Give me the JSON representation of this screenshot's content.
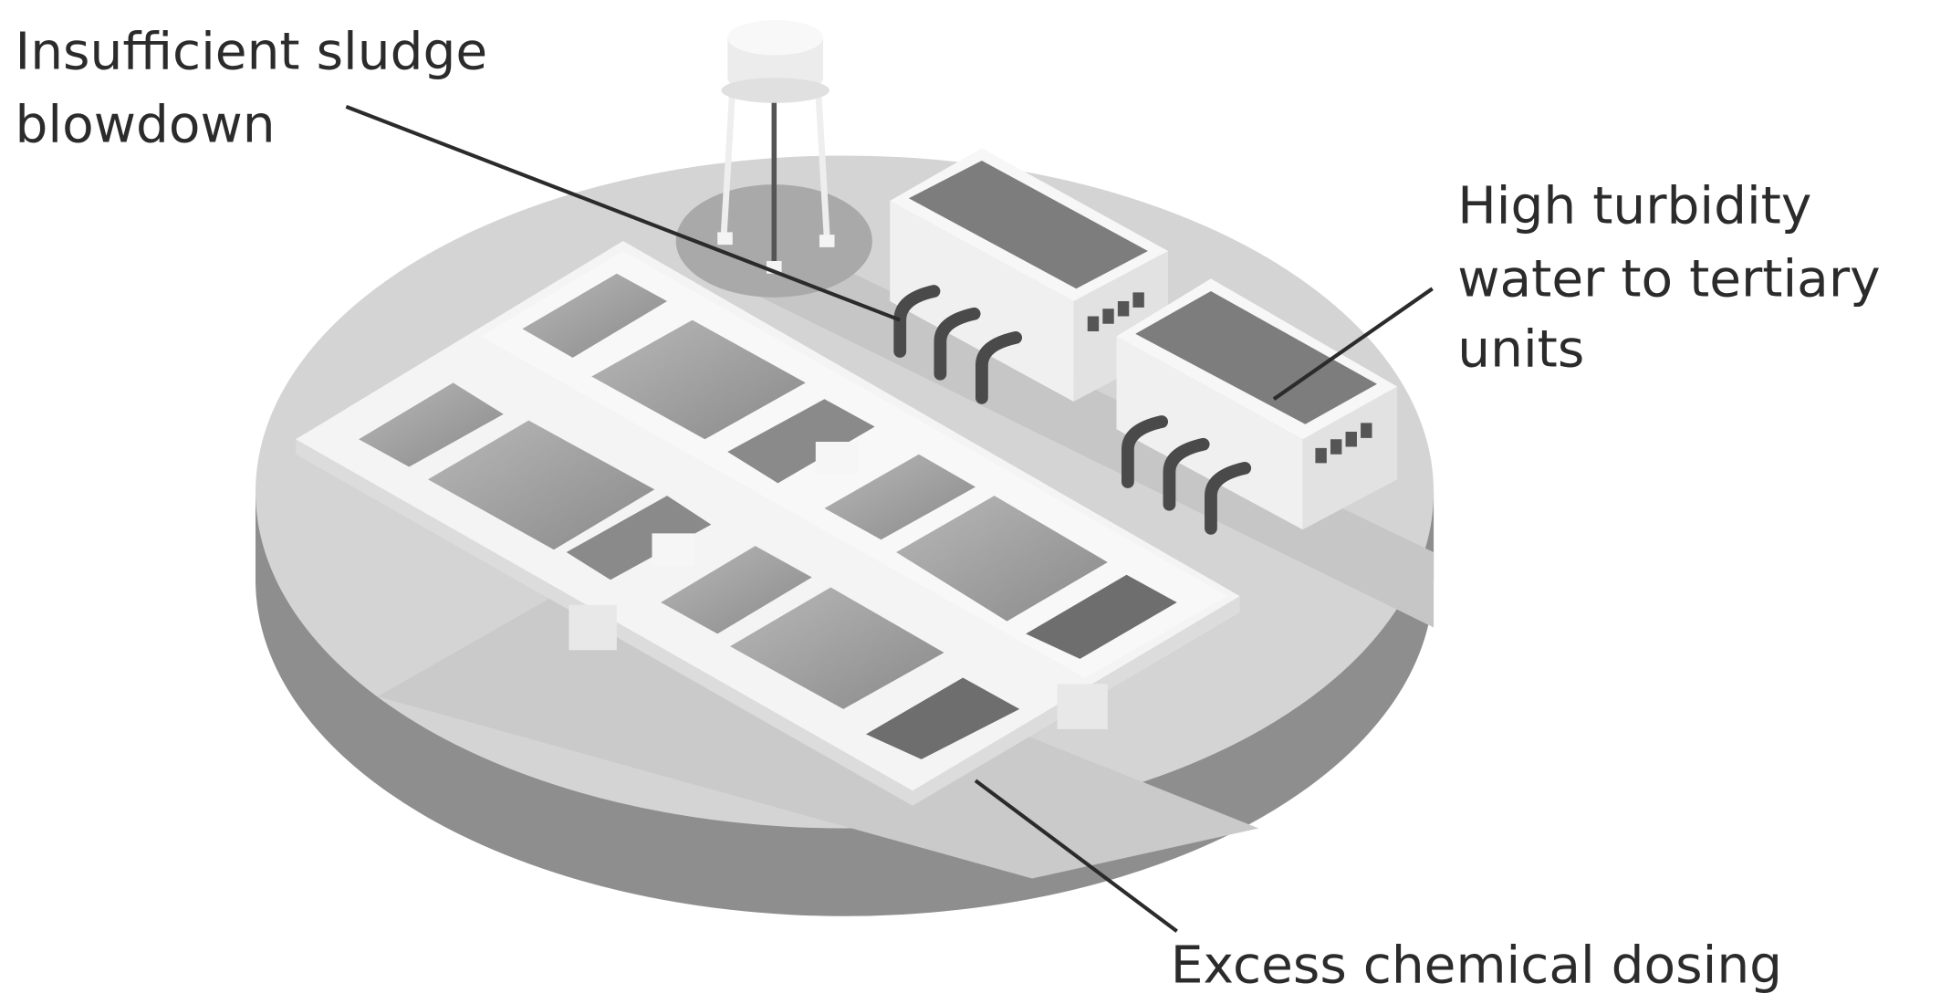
{
  "labels": {
    "sludge": [
      "Insufficient sludge",
      "blowdown"
    ],
    "turbidity": [
      "High turbidity",
      "water to tertiary",
      "units"
    ],
    "dosing": [
      "Excess chemical dosing"
    ]
  },
  "colors": {
    "ground_top": "#d4d4d4",
    "ground_side": "#8e8e8e",
    "tank_water": "#9a9a9a",
    "walkway": "#f2f2f2",
    "leader_line": "#2b2b2b"
  }
}
